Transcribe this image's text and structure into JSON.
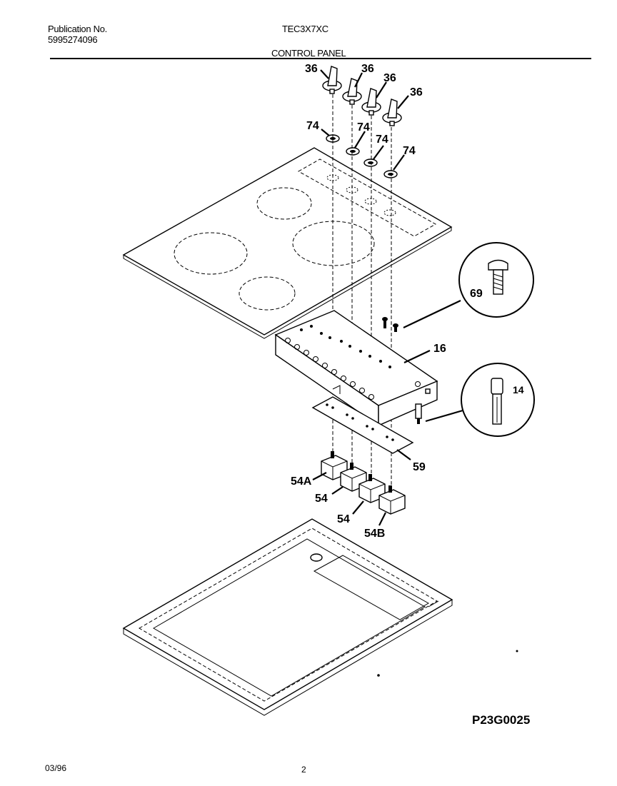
{
  "header": {
    "publication_label": "Publication No.",
    "publication_number": "5995274096",
    "model": "TEC3X7XC",
    "section_title": "CONTROL PANEL"
  },
  "callouts": {
    "knob": "36",
    "seal": "74",
    "screw": "69",
    "bracket": "16",
    "connector": "14",
    "insulator": "59",
    "switch_a": "54A",
    "switch": "54",
    "switch_b": "54B"
  },
  "footer": {
    "diagram_code": "P23G0025",
    "date": "03/96",
    "page_number": "2"
  }
}
